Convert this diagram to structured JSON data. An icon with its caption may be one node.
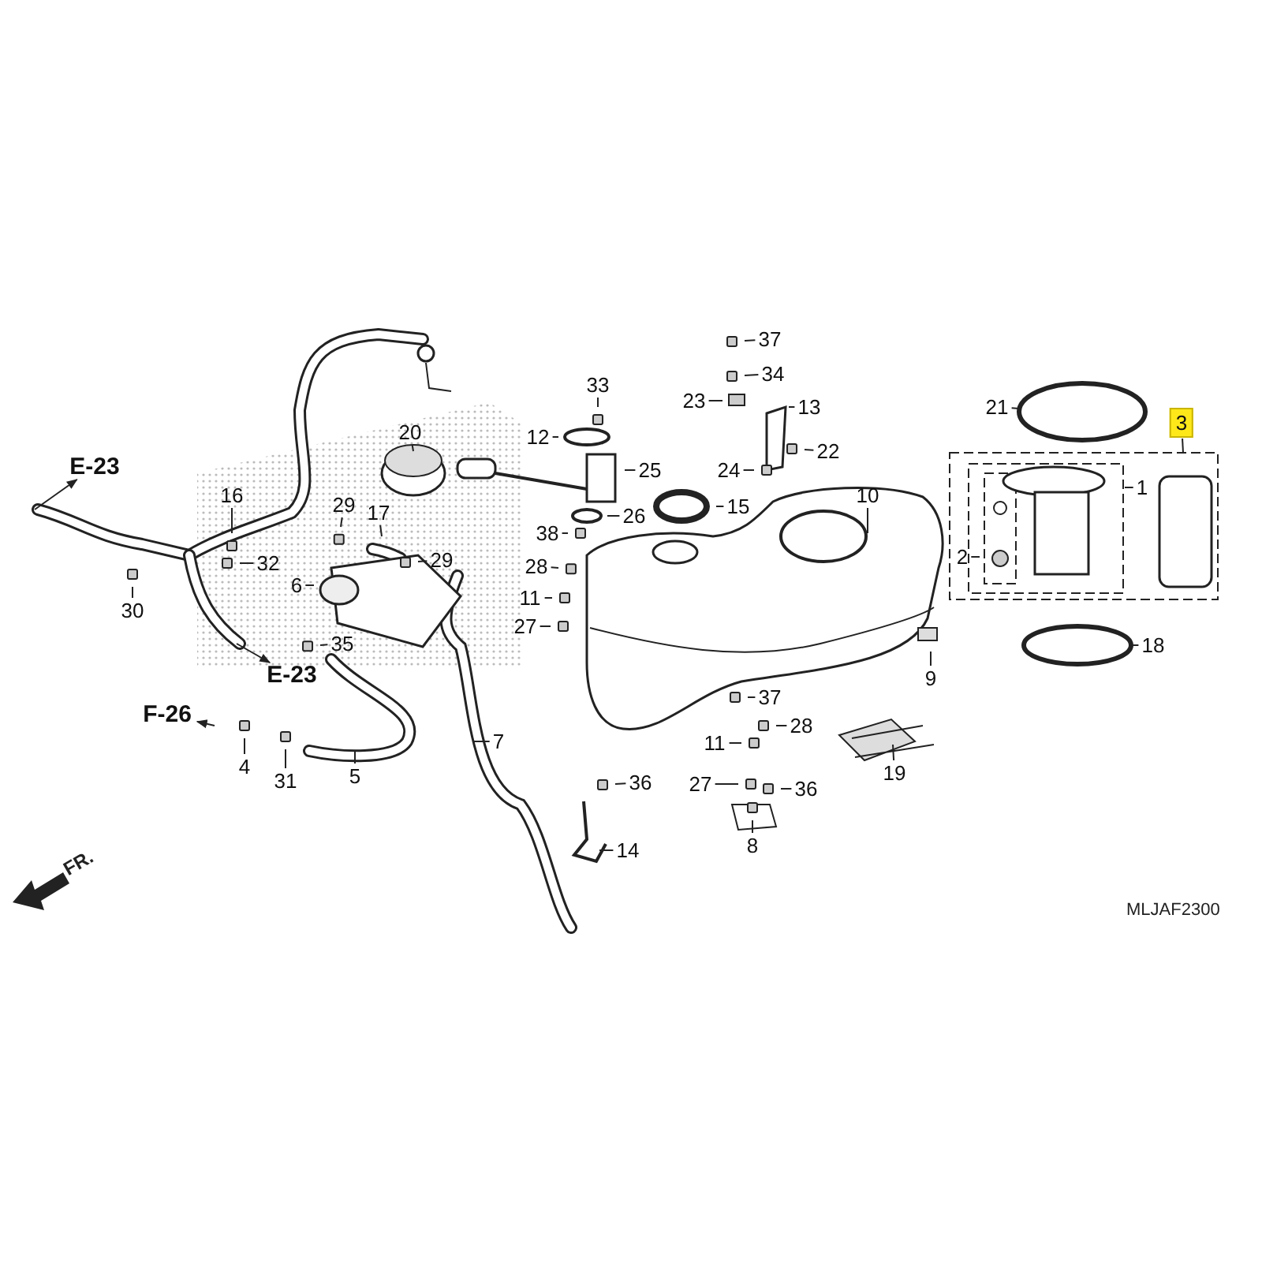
{
  "diagram": {
    "nodes": [
      {
        "text": [
          "E-23"
        ]
      },
      {
        "text": [
          "E-23"
        ]
      },
      {
        "text": [
          "F-26"
        ]
      },
      {
        "text": [
          "16"
        ]
      },
      {
        "text": [
          "30"
        ]
      },
      {
        "text": [
          "32"
        ]
      },
      {
        "text": [
          "20"
        ]
      },
      {
        "text": [
          "29"
        ]
      },
      {
        "text": [
          "17"
        ]
      },
      {
        "text": [
          "29"
        ]
      },
      {
        "text": [
          "6"
        ]
      },
      {
        "text": [
          "35"
        ]
      },
      {
        "text": [
          "4"
        ]
      },
      {
        "text": [
          "31"
        ]
      },
      {
        "text": [
          "5"
        ]
      },
      {
        "text": [
          "7"
        ]
      },
      {
        "text": [
          "33"
        ]
      },
      {
        "text": [
          "12"
        ]
      },
      {
        "text": [
          "25"
        ]
      },
      {
        "text": [
          "26"
        ]
      },
      {
        "text": [
          "38"
        ]
      },
      {
        "text": [
          "28"
        ]
      },
      {
        "text": [
          "11"
        ]
      },
      {
        "text": [
          "27"
        ]
      },
      {
        "text": [
          "37"
        ]
      },
      {
        "text": [
          "34"
        ]
      },
      {
        "text": [
          "23"
        ]
      },
      {
        "text": [
          "13"
        ]
      },
      {
        "text": [
          "22"
        ]
      },
      {
        "text": [
          "24"
        ]
      },
      {
        "text": [
          "15"
        ]
      },
      {
        "text": [
          "10"
        ]
      },
      {
        "text": [
          "9"
        ]
      },
      {
        "text": [
          "37"
        ]
      },
      {
        "text": [
          "28"
        ]
      },
      {
        "text": [
          "11"
        ]
      },
      {
        "text": [
          "19"
        ]
      },
      {
        "text": [
          "36"
        ]
      },
      {
        "text": [
          "27"
        ]
      },
      {
        "text": [
          "36"
        ]
      },
      {
        "text": [
          "14"
        ]
      },
      {
        "text": [
          "8"
        ]
      },
      {
        "text": [
          "21"
        ]
      },
      {
        "text": [
          "3"
        ]
      },
      {
        "text": [
          "1"
        ]
      },
      {
        "text": [
          "2"
        ]
      },
      {
        "text": [
          "18"
        ]
      }
    ],
    "edges": [
      {
        "from": null,
        "to": 0,
        "arrow": "to"
      },
      {
        "from": null,
        "to": 1,
        "arrow": "to"
      },
      {
        "from": null,
        "to": 2,
        "arrow": "to"
      },
      {
        "from": 3,
        "to": null,
        "arrow": "none"
      },
      {
        "from": 4,
        "to": null,
        "arrow": "none"
      },
      {
        "from": 5,
        "to": null,
        "arrow": "none"
      },
      {
        "from": 6,
        "to": null,
        "arrow": "none"
      },
      {
        "from": 7,
        "to": null,
        "arrow": "none"
      },
      {
        "from": 8,
        "to": null,
        "arrow": "none"
      },
      {
        "from": 9,
        "to": null,
        "arrow": "none"
      },
      {
        "from": 10,
        "to": null,
        "arrow": "none"
      },
      {
        "from": 11,
        "to": null,
        "arrow": "none"
      },
      {
        "from": 12,
        "to": null,
        "arrow": "none"
      },
      {
        "from": 13,
        "to": null,
        "arrow": "none"
      },
      {
        "from": 14,
        "to": null,
        "arrow": "none"
      },
      {
        "from": 15,
        "to": null,
        "arrow": "none"
      },
      {
        "from": 16,
        "to": null,
        "arrow": "none"
      },
      {
        "from": 17,
        "to": null,
        "arrow": "none"
      },
      {
        "from": 18,
        "to": null,
        "arrow": "none"
      },
      {
        "from": 19,
        "to": null,
        "arrow": "none"
      },
      {
        "from": 20,
        "to": null,
        "arrow": "none"
      },
      {
        "from": 21,
        "to": null,
        "arrow": "none"
      },
      {
        "from": 22,
        "to": null,
        "arrow": "none"
      },
      {
        "from": 23,
        "to": null,
        "arrow": "none"
      },
      {
        "from": 24,
        "to": null,
        "arrow": "none"
      },
      {
        "from": 25,
        "to": null,
        "arrow": "none"
      },
      {
        "from": 26,
        "to": null,
        "arrow": "none"
      },
      {
        "from": 27,
        "to": null,
        "arrow": "none"
      },
      {
        "from": 28,
        "to": null,
        "arrow": "none"
      },
      {
        "from": 29,
        "to": null,
        "arrow": "none"
      },
      {
        "from": 30,
        "to": null,
        "arrow": "none"
      },
      {
        "from": 31,
        "to": null,
        "arrow": "none"
      },
      {
        "from": 32,
        "to": null,
        "arrow": "none"
      },
      {
        "from": 33,
        "to": null,
        "arrow": "none"
      },
      {
        "from": 34,
        "to": null,
        "arrow": "none"
      },
      {
        "from": 35,
        "to": null,
        "arrow": "none"
      },
      {
        "from": 36,
        "to": null,
        "arrow": "none"
      },
      {
        "from": 37,
        "to": null,
        "arrow": "none"
      },
      {
        "from": 38,
        "to": null,
        "arrow": "none"
      },
      {
        "from": 39,
        "to": null,
        "arrow": "none"
      },
      {
        "from": 40,
        "to": null,
        "arrow": "none"
      },
      {
        "from": 41,
        "to": null,
        "arrow": "none"
      },
      {
        "from": 42,
        "to": null,
        "arrow": "none"
      },
      {
        "from": 43,
        "to": null,
        "arrow": "none"
      },
      {
        "from": 44,
        "to": null,
        "arrow": "none"
      },
      {
        "from": 45,
        "to": null,
        "arrow": "none"
      },
      {
        "from": 46,
        "to": null,
        "arrow": "none"
      }
    ],
    "labels": [
      "FR.",
      "MLJAF2300"
    ]
  }
}
